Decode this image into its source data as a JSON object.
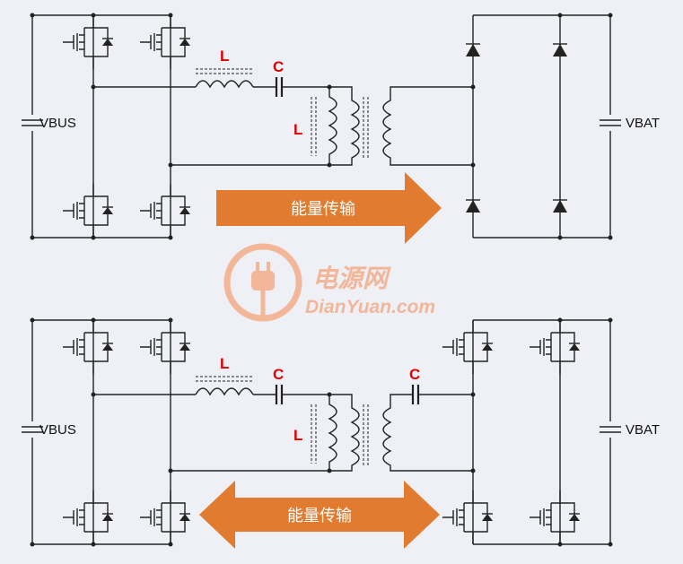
{
  "top_circuit": {
    "left_source_label": "VBUS",
    "right_source_label": "VBAT",
    "inductor_label": "L",
    "capacitor_label": "C",
    "magnetizing_inductor_label": "L",
    "arrow_text": "能量传输",
    "arrow_direction": "one-way"
  },
  "bottom_circuit": {
    "left_source_label": "VBUS",
    "right_source_label": "VBAT",
    "inductor_label": "L",
    "capacitor_label": "C",
    "secondary_capacitor_label": "C",
    "magnetizing_inductor_label": "L",
    "arrow_text": "能量传输",
    "arrow_direction": "bidirectional"
  },
  "watermark": {
    "brand_cn": "电源网",
    "brand_en": "DianYuan.com"
  },
  "colors": {
    "label_red": "#e00000",
    "arrow_orange": "#e07b30",
    "watermark": "#f3b08e"
  }
}
